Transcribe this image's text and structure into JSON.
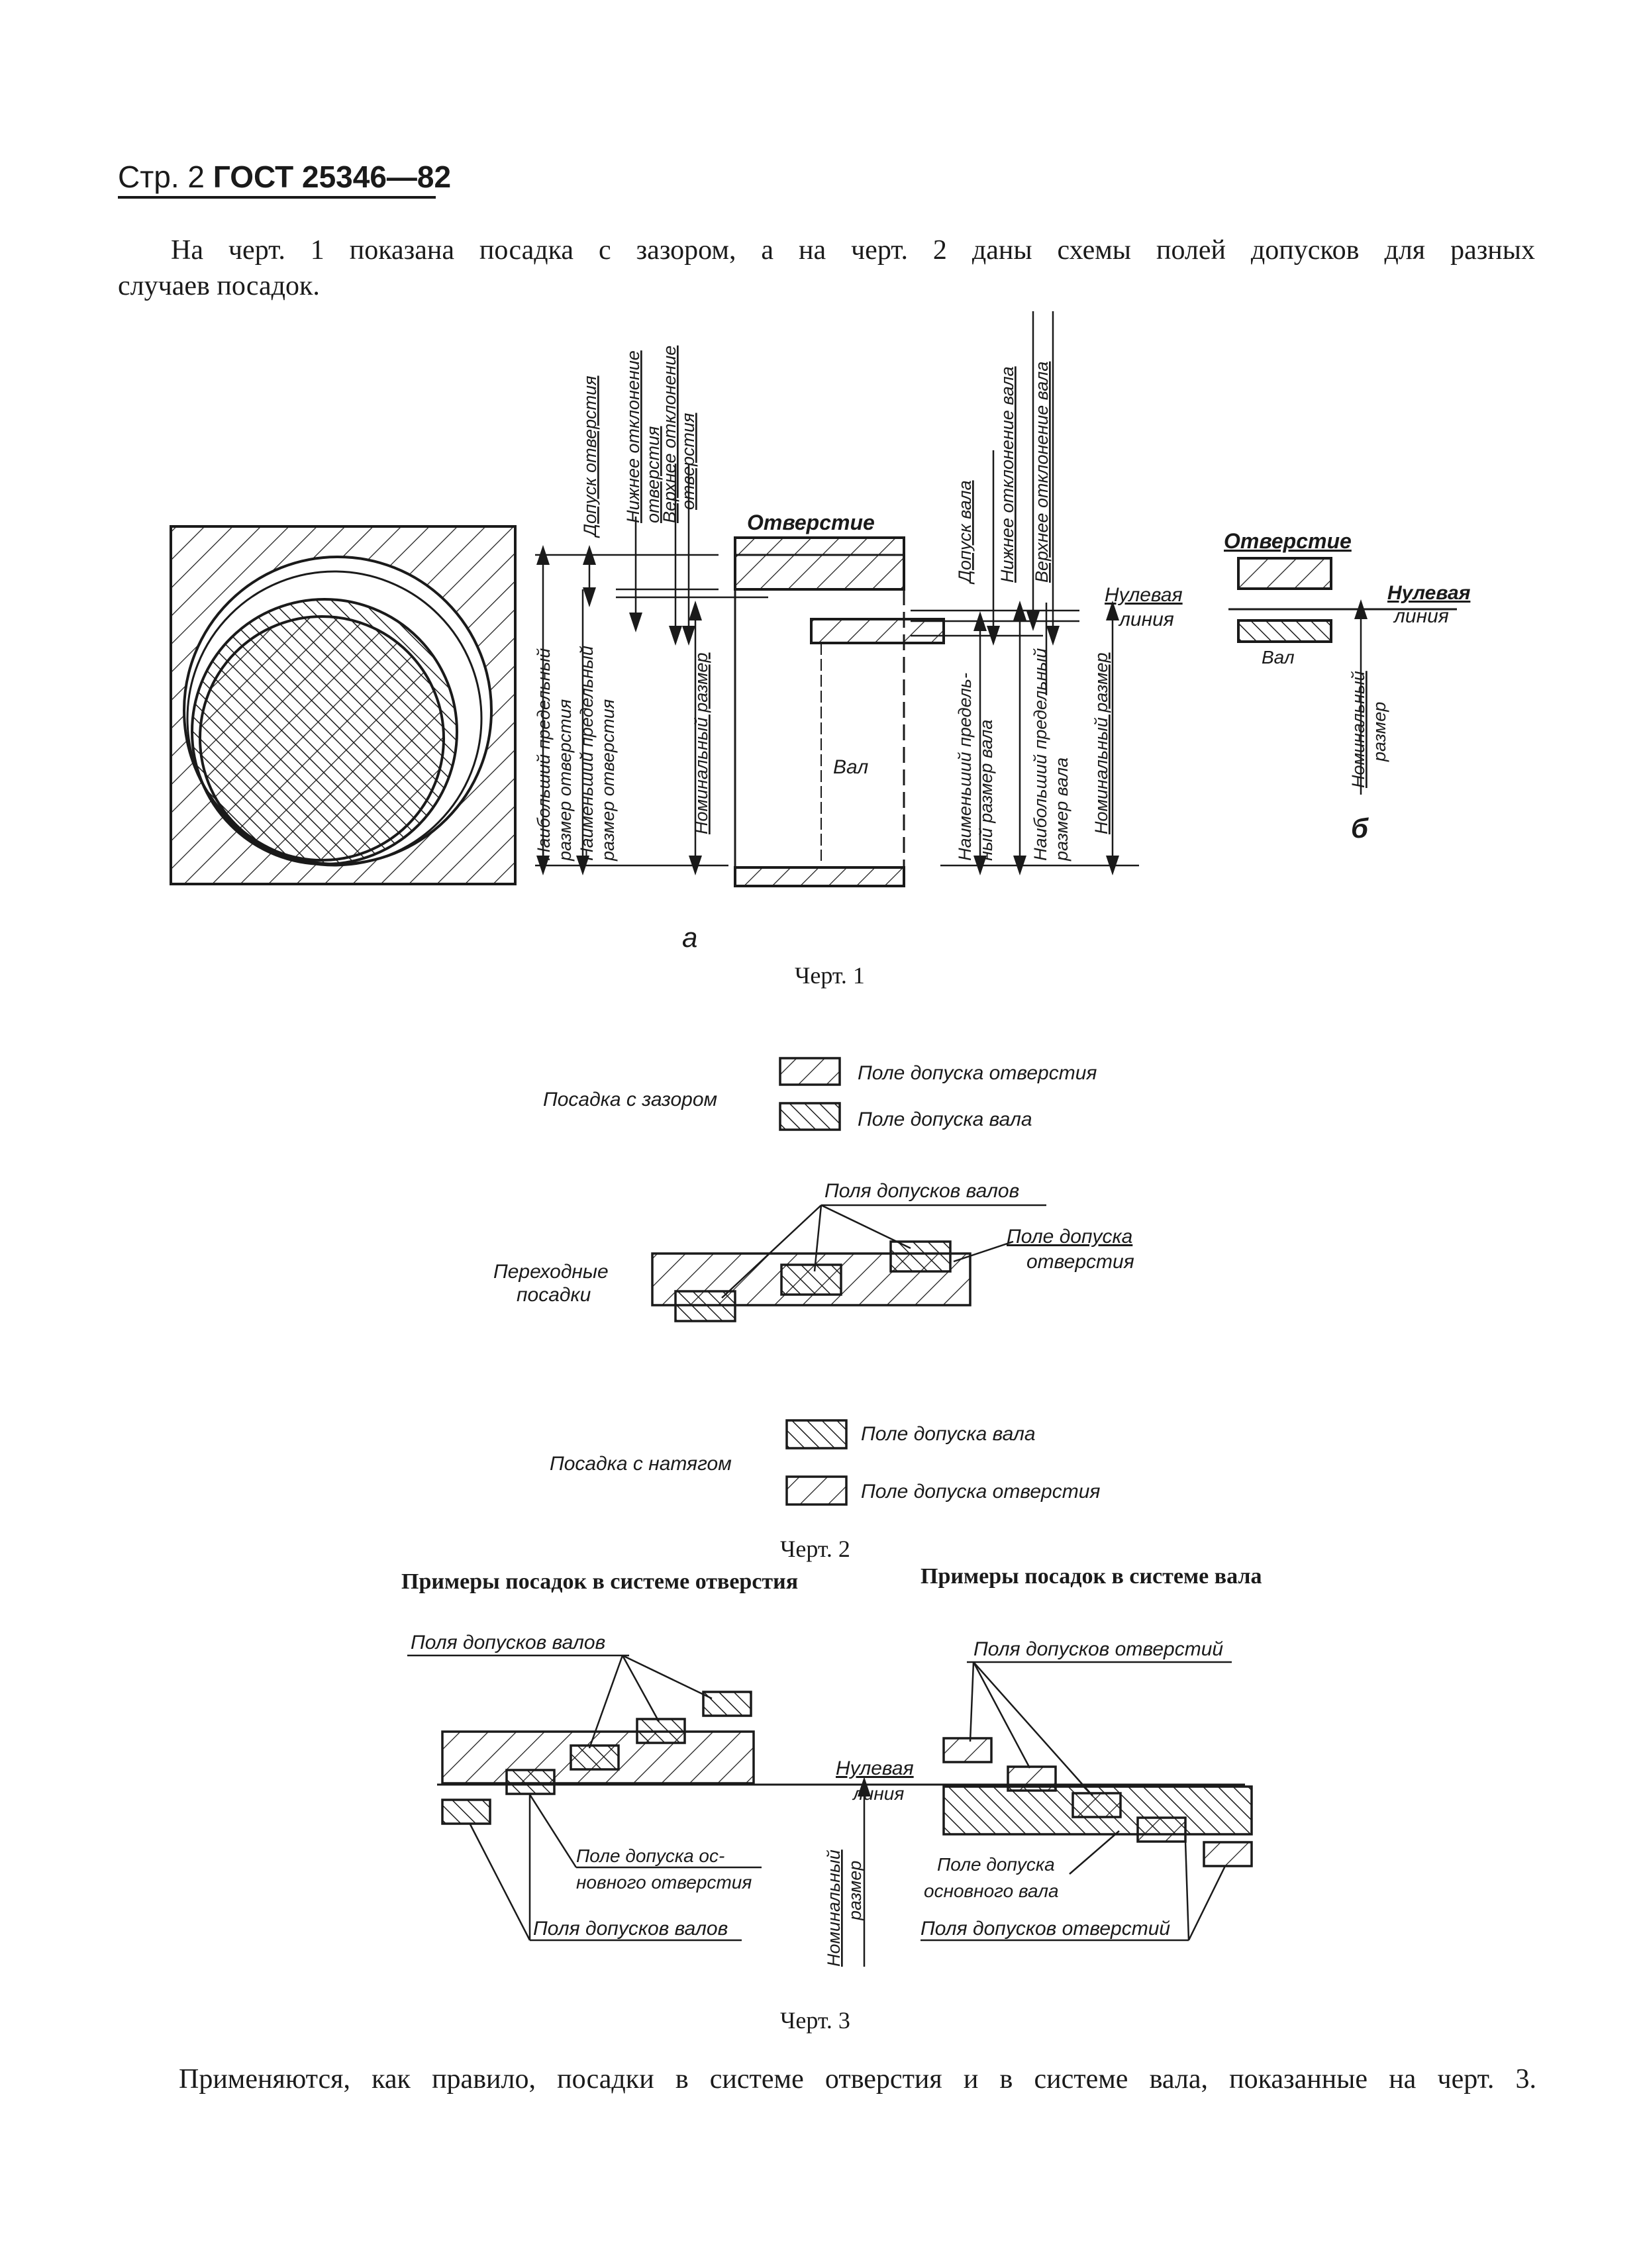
{
  "header": {
    "page": "Стр. 2",
    "standard": "ГОСТ 25346—82"
  },
  "intro": {
    "line1": "На черт. 1 показана посадка с зазором, а на черт. 2 даны схемы полей допусков для разных",
    "line2": "случаев посадок."
  },
  "fig1": {
    "caption": "Черт. 1",
    "label_a": "а",
    "label_b": "б",
    "hole": "Отверстие",
    "shaft": "Вал",
    "zero_line": [
      "Нулевая",
      "линия"
    ],
    "v_labels": {
      "hole_tol": "Допуск отверстия",
      "hole_lower": [
        "Нижнее отклонение",
        "отверстия"
      ],
      "hole_upper": [
        "Верхнее отклонение",
        "отверстия"
      ],
      "hole_max": [
        "Наибольший предельный",
        "размер отверстия"
      ],
      "hole_min": [
        "Наименьший предельный",
        "размер отверстия"
      ],
      "nominal": "Номинальный размер",
      "shaft_tol": "Допуск вала",
      "shaft_lower": "Нижнее отклонение вала",
      "shaft_upper": "Верхнее отклонение вала",
      "shaft_min": [
        "Наименьший предель-",
        "ный размер вала"
      ],
      "shaft_max": [
        "Наибольший предельный",
        "размер вала"
      ],
      "nominal2": "Номинальный размер",
      "nominal_b": [
        "Номинальный",
        "размер"
      ]
    }
  },
  "fig2": {
    "caption": "Черт. 2",
    "clearance": "Посадка с зазором",
    "transition": [
      "Переходные",
      "посадки"
    ],
    "interference": "Посадка с натягом",
    "hole_field": "Поле допуска отверстия",
    "shaft_field": "Поле допуска вала",
    "shaft_fields": "Поля допусков валов",
    "hole_field_2": [
      "Поле допуска",
      "отверстия"
    ]
  },
  "fig3": {
    "caption": "Черт. 3",
    "left_title": "Примеры посадок в системе отверстия",
    "right_title": "Примеры посадок в системе вала",
    "shaft_fields": "Поля допусков валов",
    "basic_hole": [
      "Поле допуска ос-",
      "новного отверстия"
    ],
    "hole_fields": "Поля допусков отверстий",
    "basic_shaft": [
      "Поле допуска",
      "основного вала"
    ],
    "zero_line": [
      "Нулевая",
      "линия"
    ],
    "nominal": [
      "Номинальный",
      "размер"
    ]
  },
  "closing": "Применяются, как правило, посадки в системе отверстия и в системе вала, показанные на черт. 3."
}
